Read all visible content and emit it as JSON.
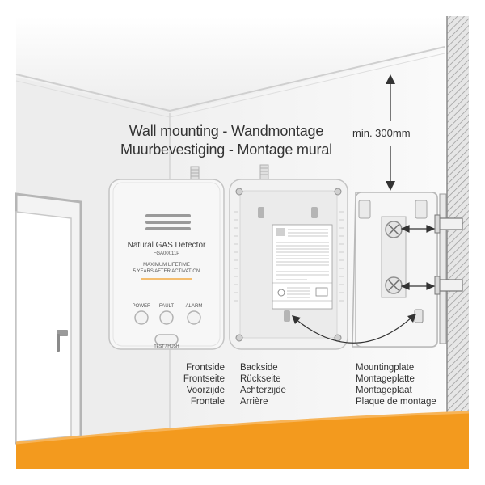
{
  "title_line1": "Wall mounting - Wandmontage",
  "title_line2": "Muurbevestiging - Montage mural",
  "clearance_label": "min. 300mm",
  "device": {
    "name": "Natural GAS Detector",
    "model": "FGA00011P",
    "lifetime_line1": "MAXIMUM LIFETIME",
    "lifetime_line2": "5 YEARS AFTER ACTIVATION",
    "button_power": "POWER",
    "button_fault": "FAULT",
    "button_alarm": "ALARM",
    "button_test": "TEST / HUSH"
  },
  "captions": {
    "front": [
      "Frontside",
      "Frontseite",
      "Voorzijde",
      "Frontale"
    ],
    "back": [
      "Backside",
      "Rückseite",
      "Achterzijde",
      "Arrière"
    ],
    "mount": [
      "Mountingplate",
      "Montageplatte",
      "Montageplaat",
      "Plaque de montage"
    ]
  },
  "colors": {
    "accent_orange": "#f39a1e",
    "wall_hatch": "#9a9a9a",
    "device_white": "#f7f7f7",
    "outline_gray": "#bdbdbd"
  }
}
